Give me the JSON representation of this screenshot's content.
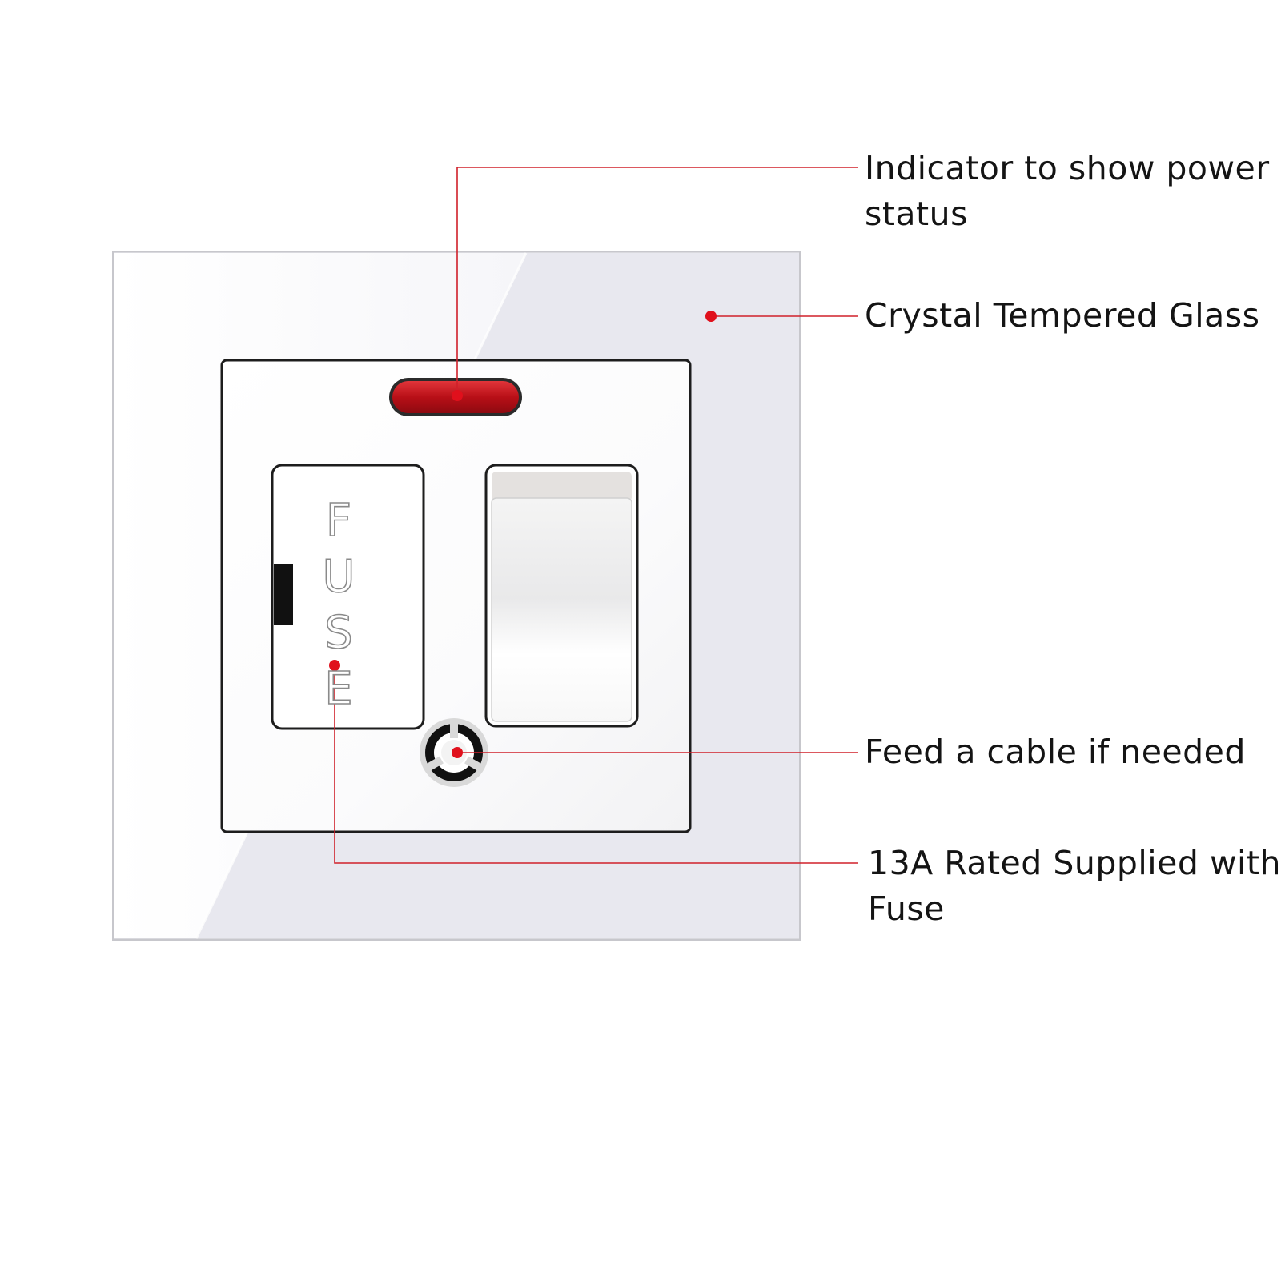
{
  "fuse_cover_text": "FUSE",
  "callouts": [
    {
      "id": "indicator",
      "line1": "Indicator to show power",
      "line2": "status"
    },
    {
      "id": "glass",
      "line1": "Crystal Tempered Glass",
      "line2": ""
    },
    {
      "id": "cable",
      "line1": "Feed a cable if needed",
      "line2": ""
    },
    {
      "id": "fuse",
      "line1": "13A Rated Supplied with",
      "line2": "Fuse"
    }
  ],
  "colors": {
    "callout_line": "#d0202a",
    "callout_dot": "#e0101c",
    "glass_plate": "#e7e7ee",
    "faceplate": "#ffffff",
    "indicator": "#c0151c",
    "text": "#141414"
  }
}
